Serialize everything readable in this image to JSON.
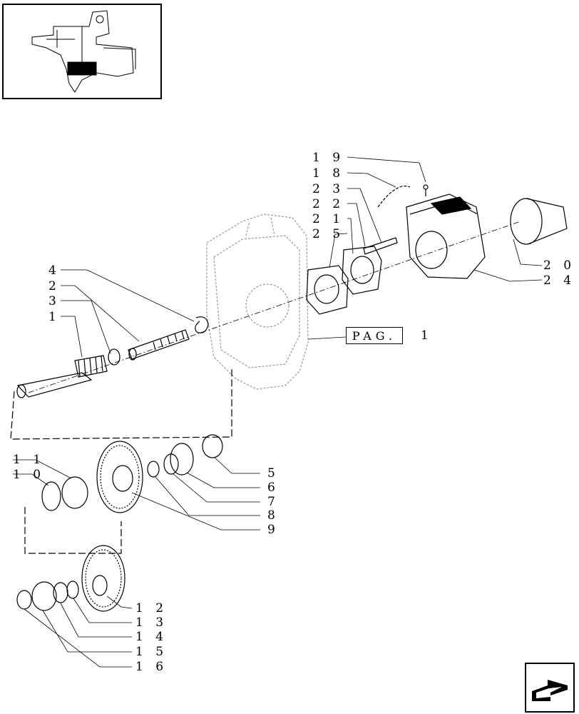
{
  "diagram": {
    "callouts": [
      {
        "id": "c19",
        "text": "1 9"
      },
      {
        "id": "c18",
        "text": "1 8"
      },
      {
        "id": "c23",
        "text": "2 3"
      },
      {
        "id": "c22",
        "text": "2 2"
      },
      {
        "id": "c21",
        "text": "2 1"
      },
      {
        "id": "c25",
        "text": "2 5"
      },
      {
        "id": "c20",
        "text": "2 0"
      },
      {
        "id": "c24",
        "text": "2 4"
      },
      {
        "id": "c4",
        "text": "4"
      },
      {
        "id": "c2",
        "text": "2"
      },
      {
        "id": "c3",
        "text": "3"
      },
      {
        "id": "c1",
        "text": "1"
      },
      {
        "id": "c11",
        "text": "1 1"
      },
      {
        "id": "c10",
        "text": "1 0"
      },
      {
        "id": "c5",
        "text": "5"
      },
      {
        "id": "c6",
        "text": "6"
      },
      {
        "id": "c7",
        "text": "7"
      },
      {
        "id": "c8",
        "text": "8"
      },
      {
        "id": "c9",
        "text": "9"
      },
      {
        "id": "c12",
        "text": "1 2"
      },
      {
        "id": "c13",
        "text": "1 3"
      },
      {
        "id": "c14",
        "text": "1 4"
      },
      {
        "id": "c15",
        "text": "1 5"
      },
      {
        "id": "c16",
        "text": "1 6"
      }
    ],
    "page_ref": {
      "label": "PAG.",
      "number": "1"
    }
  },
  "icons": {
    "thumbnail": "assembly-thumbnail-icon",
    "nav": "back-arrow-icon"
  }
}
